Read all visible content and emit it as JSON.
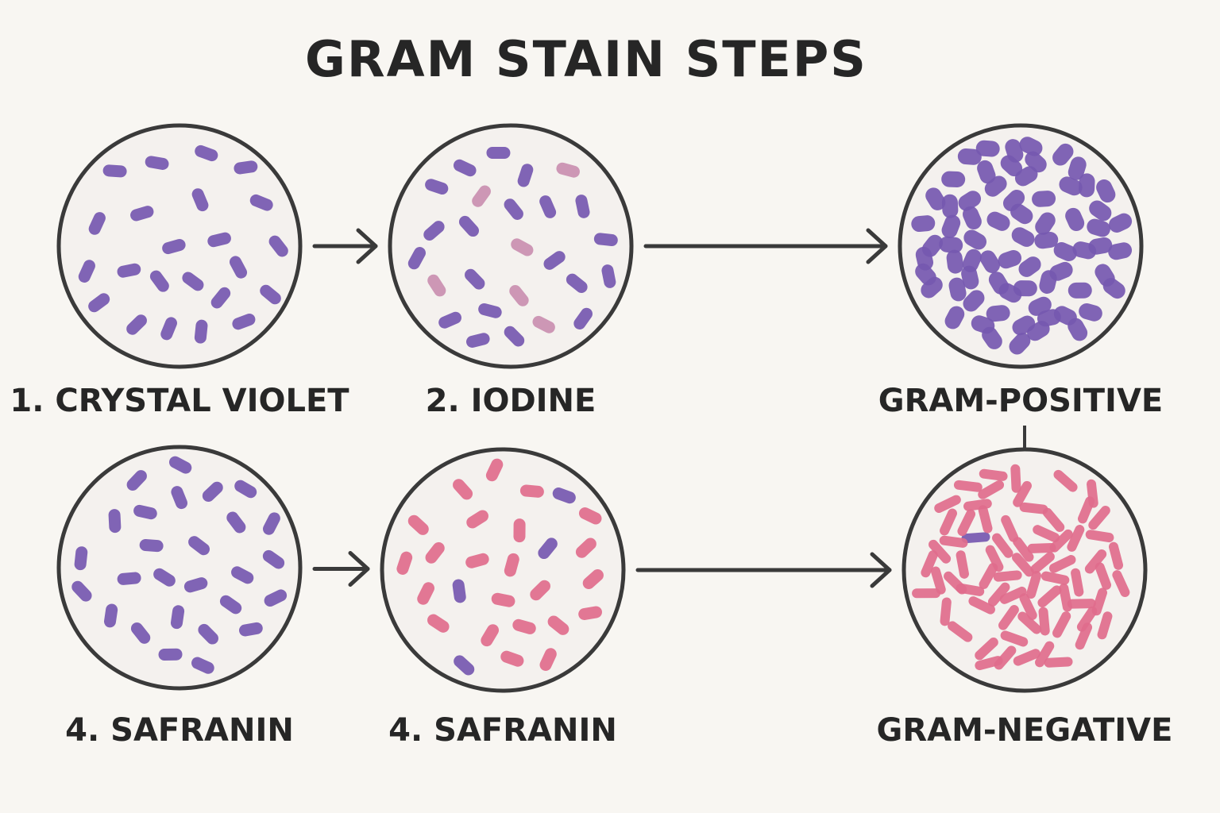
{
  "title": "GRAM STAIN STEPS",
  "colors": {
    "background": "#f8f6f2",
    "circle_fill": "#f4f1ee",
    "outline": "#3a3a3a",
    "violet": "#7558b0",
    "light_pink": "#c98fb0",
    "pink": "#e06d8c"
  },
  "panels": [
    {
      "id": "crystal-violet",
      "label": "1. CRYSTAL VIOLET",
      "cell_color": "violet",
      "cell_density": "sparse"
    },
    {
      "id": "iodine",
      "label": "2. IODINE",
      "cell_color": "violet-with-pink",
      "cell_density": "sparse"
    },
    {
      "id": "gram-positive",
      "label": "GRAM-POSITIVE",
      "cell_color": "violet",
      "cell_density": "dense"
    },
    {
      "id": "safranin-a",
      "label": "4. SAFRANIN",
      "cell_color": "violet",
      "cell_density": "sparse"
    },
    {
      "id": "safranin-b",
      "label": "4. SAFRANIN",
      "cell_color": "pink-with-violet",
      "cell_density": "sparse"
    },
    {
      "id": "gram-negative",
      "label": "GRAM-NEGATIVE",
      "cell_color": "pink",
      "cell_density": "dense"
    }
  ],
  "arrows": [
    {
      "from": "crystal-violet",
      "to": "iodine"
    },
    {
      "from": "iodine",
      "to": "gram-positive"
    },
    {
      "from": "safranin-a",
      "to": "safranin-b"
    },
    {
      "from": "safranin-b",
      "to": "gram-negative"
    }
  ],
  "connectors": [
    {
      "from": "gram-positive",
      "to": "gram-negative"
    }
  ]
}
